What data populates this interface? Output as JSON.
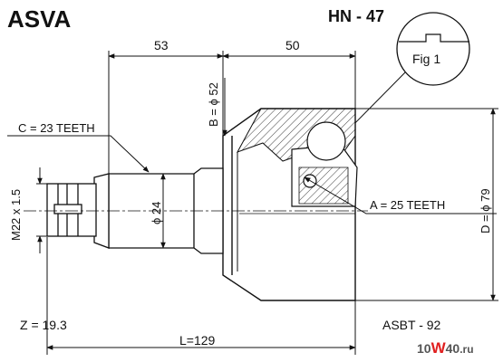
{
  "header": {
    "brand": "ASVA",
    "part_code": "HN - 47"
  },
  "dimensions": {
    "top_left": "53",
    "top_right": "50",
    "bore_b": "B = ϕ 52",
    "shaft_dia": "ϕ 24",
    "outer_d": "D = ϕ 79",
    "thread": "M22 x 1.5",
    "length": "L=129",
    "z_value": "Z = 19.3"
  },
  "callouts": {
    "fig": "Fig 1",
    "outer_teeth": "C = 23 TEETH",
    "inner_teeth": "A = 25 TEETH"
  },
  "footer": {
    "part_number": "ASBT - 92",
    "site_logo": {
      "part1": "10",
      "part2": "W",
      "part3": "40",
      "part4": ".ru"
    }
  },
  "colors": {
    "ink": "#111111",
    "logo_gray": "#555555",
    "logo_red": "#e02020"
  }
}
